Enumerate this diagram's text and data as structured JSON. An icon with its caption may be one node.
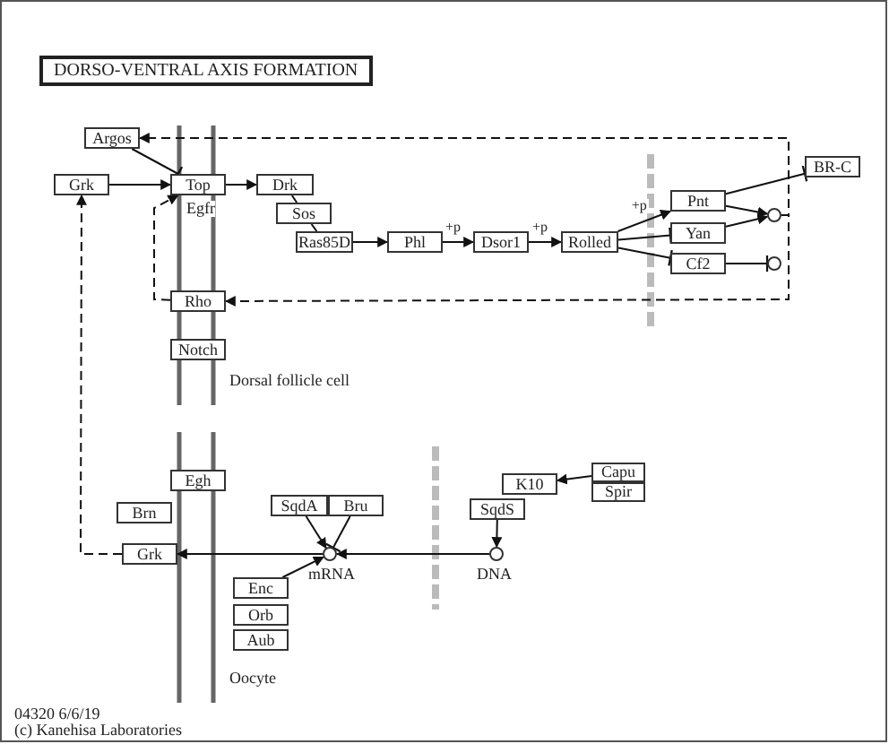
{
  "diagram": {
    "title": "DORSO-VENTRAL AXIS FORMATION",
    "nodes": [
      {
        "text": [
          "Argos"
        ]
      },
      {
        "text": [
          "Grk"
        ]
      },
      {
        "text": [
          "Top"
        ],
        "beside": [
          "Egfr"
        ]
      },
      {
        "text": [
          "Drk"
        ]
      },
      {
        "text": [
          "Sos"
        ]
      },
      {
        "text": [
          "Ras85D"
        ]
      },
      {
        "text": [
          "Phl"
        ]
      },
      {
        "text": [
          "Dsor1"
        ]
      },
      {
        "text": [
          "Rolled"
        ]
      },
      {
        "text": [
          "Pnt"
        ]
      },
      {
        "text": [
          "Yan"
        ]
      },
      {
        "text": [
          "Cf2"
        ]
      },
      {
        "text": [
          "BR-C"
        ]
      },
      {
        "text": [],
        "shape": "circle"
      },
      {
        "text": [],
        "shape": "circle"
      },
      {
        "text": [
          "Rho"
        ]
      },
      {
        "text": [
          "Notch"
        ]
      },
      {
        "text": [
          "Egh"
        ]
      },
      {
        "text": [
          "Brn"
        ]
      },
      {
        "text": [
          "SqdA"
        ]
      },
      {
        "text": [
          "Bru"
        ]
      },
      {
        "text": [
          "Grk"
        ]
      },
      {
        "text": [],
        "shape": "circle",
        "beside": [
          "mRNA"
        ]
      },
      {
        "text": [
          "Enc"
        ]
      },
      {
        "text": [
          "Orb"
        ]
      },
      {
        "text": [
          "Aub"
        ]
      },
      {
        "text": [
          "K10"
        ]
      },
      {
        "text": [
          "Capu"
        ]
      },
      {
        "text": [
          "Spir"
        ]
      },
      {
        "text": [
          "SqdS"
        ]
      },
      {
        "text": [],
        "shape": "circle",
        "beside": [
          "DNA"
        ]
      }
    ],
    "edges": [
      {
        "from": 1,
        "to": 2,
        "arrow": "to"
      },
      {
        "from": 0,
        "to": 2,
        "arrow": "other"
      },
      {
        "from": 2,
        "to": 3,
        "arrow": "to"
      },
      {
        "from": 3,
        "to": 4,
        "arrow": "none"
      },
      {
        "from": 4,
        "to": 5,
        "arrow": "none"
      },
      {
        "from": 5,
        "to": 6,
        "arrow": "to"
      },
      {
        "from": 6,
        "to": 7,
        "arrow": "to",
        "label": "+p"
      },
      {
        "from": 7,
        "to": 8,
        "arrow": "to",
        "label": "+p"
      },
      {
        "from": 8,
        "to": 9,
        "arrow": "to",
        "label": "+p"
      },
      {
        "from": 8,
        "to": 10,
        "arrow": "other"
      },
      {
        "from": 8,
        "to": 11,
        "arrow": "other"
      },
      {
        "from": 9,
        "to": 12,
        "arrow": "other"
      },
      {
        "from": 9,
        "to": 13,
        "arrow": "to"
      },
      {
        "from": 10,
        "to": 13,
        "arrow": "to"
      },
      {
        "from": 11,
        "to": 14,
        "arrow": "other"
      },
      {
        "from": 13,
        "to": 0,
        "arrow": "to",
        "style": "dashed"
      },
      {
        "from": 13,
        "to": 15,
        "arrow": "to",
        "style": "dashed"
      },
      {
        "from": 15,
        "to": 2,
        "arrow": "to",
        "style": "dashed"
      },
      {
        "from": 21,
        "to": 1,
        "arrow": "to",
        "style": "dashed"
      },
      {
        "from": 22,
        "to": 21,
        "arrow": "to"
      },
      {
        "from": 19,
        "to": 22,
        "arrow": "to"
      },
      {
        "from": 20,
        "to": 22,
        "arrow": "other"
      },
      {
        "from": 23,
        "to": 22,
        "arrow": "to"
      },
      {
        "from": 30,
        "to": 22,
        "arrow": "to"
      },
      {
        "from": 29,
        "to": 30,
        "arrow": "to"
      },
      {
        "from": 27,
        "to": 26,
        "arrow": "to"
      }
    ],
    "labels": [
      "Dorsal follicle cell",
      "Oocyte",
      "04320 6/6/19",
      "(c) Kanehisa Laboratories"
    ]
  }
}
